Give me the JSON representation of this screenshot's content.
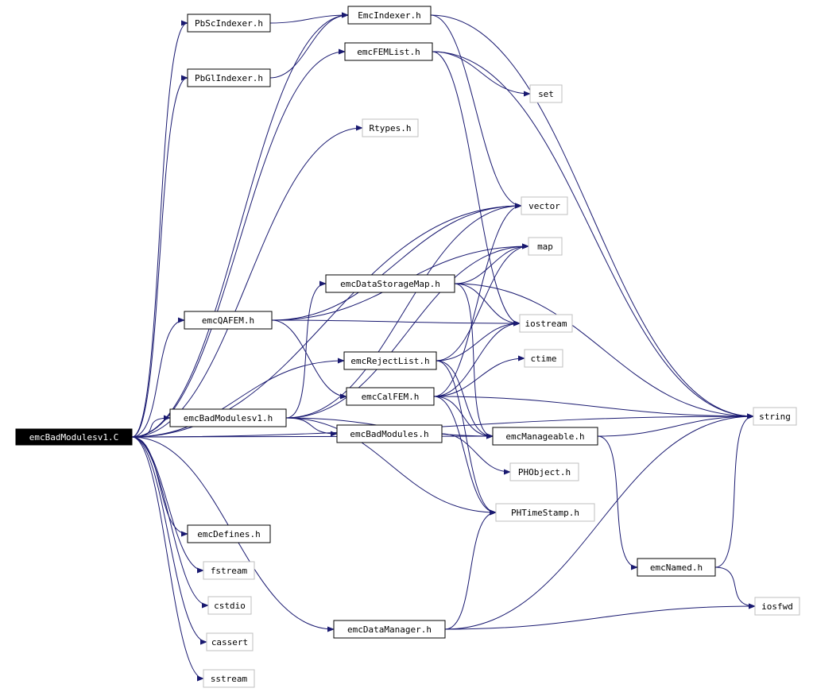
{
  "diagram": {
    "colors": {
      "edge": "#191970",
      "root_fill": "#000000",
      "root_text": "#ffffff",
      "doc_border": "#000000",
      "ext_border": "#bfbfbf",
      "text": "#000000"
    },
    "nodes": [
      {
        "id": "root",
        "label": "emcBadModulesv1.C",
        "kind": "root"
      },
      {
        "id": "pbsc",
        "label": "PbScIndexer.h",
        "kind": "doc"
      },
      {
        "id": "pbgl",
        "label": "PbGlIndexer.h",
        "kind": "doc"
      },
      {
        "id": "emcidx",
        "label": "EmcIndexer.h",
        "kind": "doc"
      },
      {
        "id": "femlist",
        "label": "emcFEMList.h",
        "kind": "doc"
      },
      {
        "id": "set",
        "label": "set",
        "kind": "ext"
      },
      {
        "id": "rtypes",
        "label": "Rtypes.h",
        "kind": "ext"
      },
      {
        "id": "vector",
        "label": "vector",
        "kind": "ext"
      },
      {
        "id": "map",
        "label": "map",
        "kind": "ext"
      },
      {
        "id": "dsmap",
        "label": "emcDataStorageMap.h",
        "kind": "doc"
      },
      {
        "id": "qafem",
        "label": "emcQAFEM.h",
        "kind": "doc"
      },
      {
        "id": "iostream",
        "label": "iostream",
        "kind": "ext"
      },
      {
        "id": "rejlist",
        "label": "emcRejectList.h",
        "kind": "doc"
      },
      {
        "id": "ctime",
        "label": "ctime",
        "kind": "ext"
      },
      {
        "id": "calfem",
        "label": "emcCalFEM.h",
        "kind": "doc"
      },
      {
        "id": "badv1h",
        "label": "emcBadModulesv1.h",
        "kind": "doc"
      },
      {
        "id": "string",
        "label": "string",
        "kind": "ext"
      },
      {
        "id": "badmod",
        "label": "emcBadModules.h",
        "kind": "doc"
      },
      {
        "id": "manage",
        "label": "emcManageable.h",
        "kind": "doc"
      },
      {
        "id": "phobj",
        "label": "PHObject.h",
        "kind": "ext"
      },
      {
        "id": "phts",
        "label": "PHTimeStamp.h",
        "kind": "ext"
      },
      {
        "id": "defines",
        "label": "emcDefines.h",
        "kind": "doc"
      },
      {
        "id": "named",
        "label": "emcNamed.h",
        "kind": "doc"
      },
      {
        "id": "fstream",
        "label": "fstream",
        "kind": "ext"
      },
      {
        "id": "iosfwd",
        "label": "iosfwd",
        "kind": "ext"
      },
      {
        "id": "cstdio",
        "label": "cstdio",
        "kind": "ext"
      },
      {
        "id": "datamgr",
        "label": "emcDataManager.h",
        "kind": "doc"
      },
      {
        "id": "cassert",
        "label": "cassert",
        "kind": "ext"
      },
      {
        "id": "sstream",
        "label": "sstream",
        "kind": "ext"
      }
    ],
    "edges": [
      [
        "root",
        "pbsc"
      ],
      [
        "root",
        "pbgl"
      ],
      [
        "root",
        "emcidx"
      ],
      [
        "root",
        "femlist"
      ],
      [
        "root",
        "rtypes"
      ],
      [
        "root",
        "vector"
      ],
      [
        "root",
        "qafem"
      ],
      [
        "root",
        "rejlist"
      ],
      [
        "root",
        "badv1h"
      ],
      [
        "root",
        "manage"
      ],
      [
        "root",
        "string"
      ],
      [
        "root",
        "defines"
      ],
      [
        "root",
        "fstream"
      ],
      [
        "root",
        "cstdio"
      ],
      [
        "root",
        "cassert"
      ],
      [
        "root",
        "sstream"
      ],
      [
        "root",
        "datamgr"
      ],
      [
        "pbsc",
        "emcidx"
      ],
      [
        "pbgl",
        "emcidx"
      ],
      [
        "emcidx",
        "vector"
      ],
      [
        "emcidx",
        "string"
      ],
      [
        "femlist",
        "set"
      ],
      [
        "femlist",
        "string"
      ],
      [
        "femlist",
        "iostream"
      ],
      [
        "qafem",
        "vector"
      ],
      [
        "qafem",
        "map"
      ],
      [
        "qafem",
        "iostream"
      ],
      [
        "qafem",
        "calfem"
      ],
      [
        "badv1h",
        "map"
      ],
      [
        "badv1h",
        "vector"
      ],
      [
        "badv1h",
        "dsmap"
      ],
      [
        "badv1h",
        "badmod"
      ],
      [
        "badv1h",
        "manage"
      ],
      [
        "badv1h",
        "phts"
      ],
      [
        "dsmap",
        "map"
      ],
      [
        "dsmap",
        "string"
      ],
      [
        "dsmap",
        "iostream"
      ],
      [
        "dsmap",
        "manage"
      ],
      [
        "rejlist",
        "map"
      ],
      [
        "rejlist",
        "iostream"
      ],
      [
        "rejlist",
        "manage"
      ],
      [
        "rejlist",
        "phts"
      ],
      [
        "calfem",
        "vector"
      ],
      [
        "calfem",
        "ctime"
      ],
      [
        "calfem",
        "iostream"
      ],
      [
        "calfem",
        "string"
      ],
      [
        "calfem",
        "manage"
      ],
      [
        "calfem",
        "phts"
      ],
      [
        "badmod",
        "phobj"
      ],
      [
        "manage",
        "string"
      ],
      [
        "manage",
        "named"
      ],
      [
        "named",
        "string"
      ],
      [
        "named",
        "iosfwd"
      ],
      [
        "datamgr",
        "phts"
      ],
      [
        "datamgr",
        "string"
      ],
      [
        "datamgr",
        "iosfwd"
      ]
    ]
  }
}
